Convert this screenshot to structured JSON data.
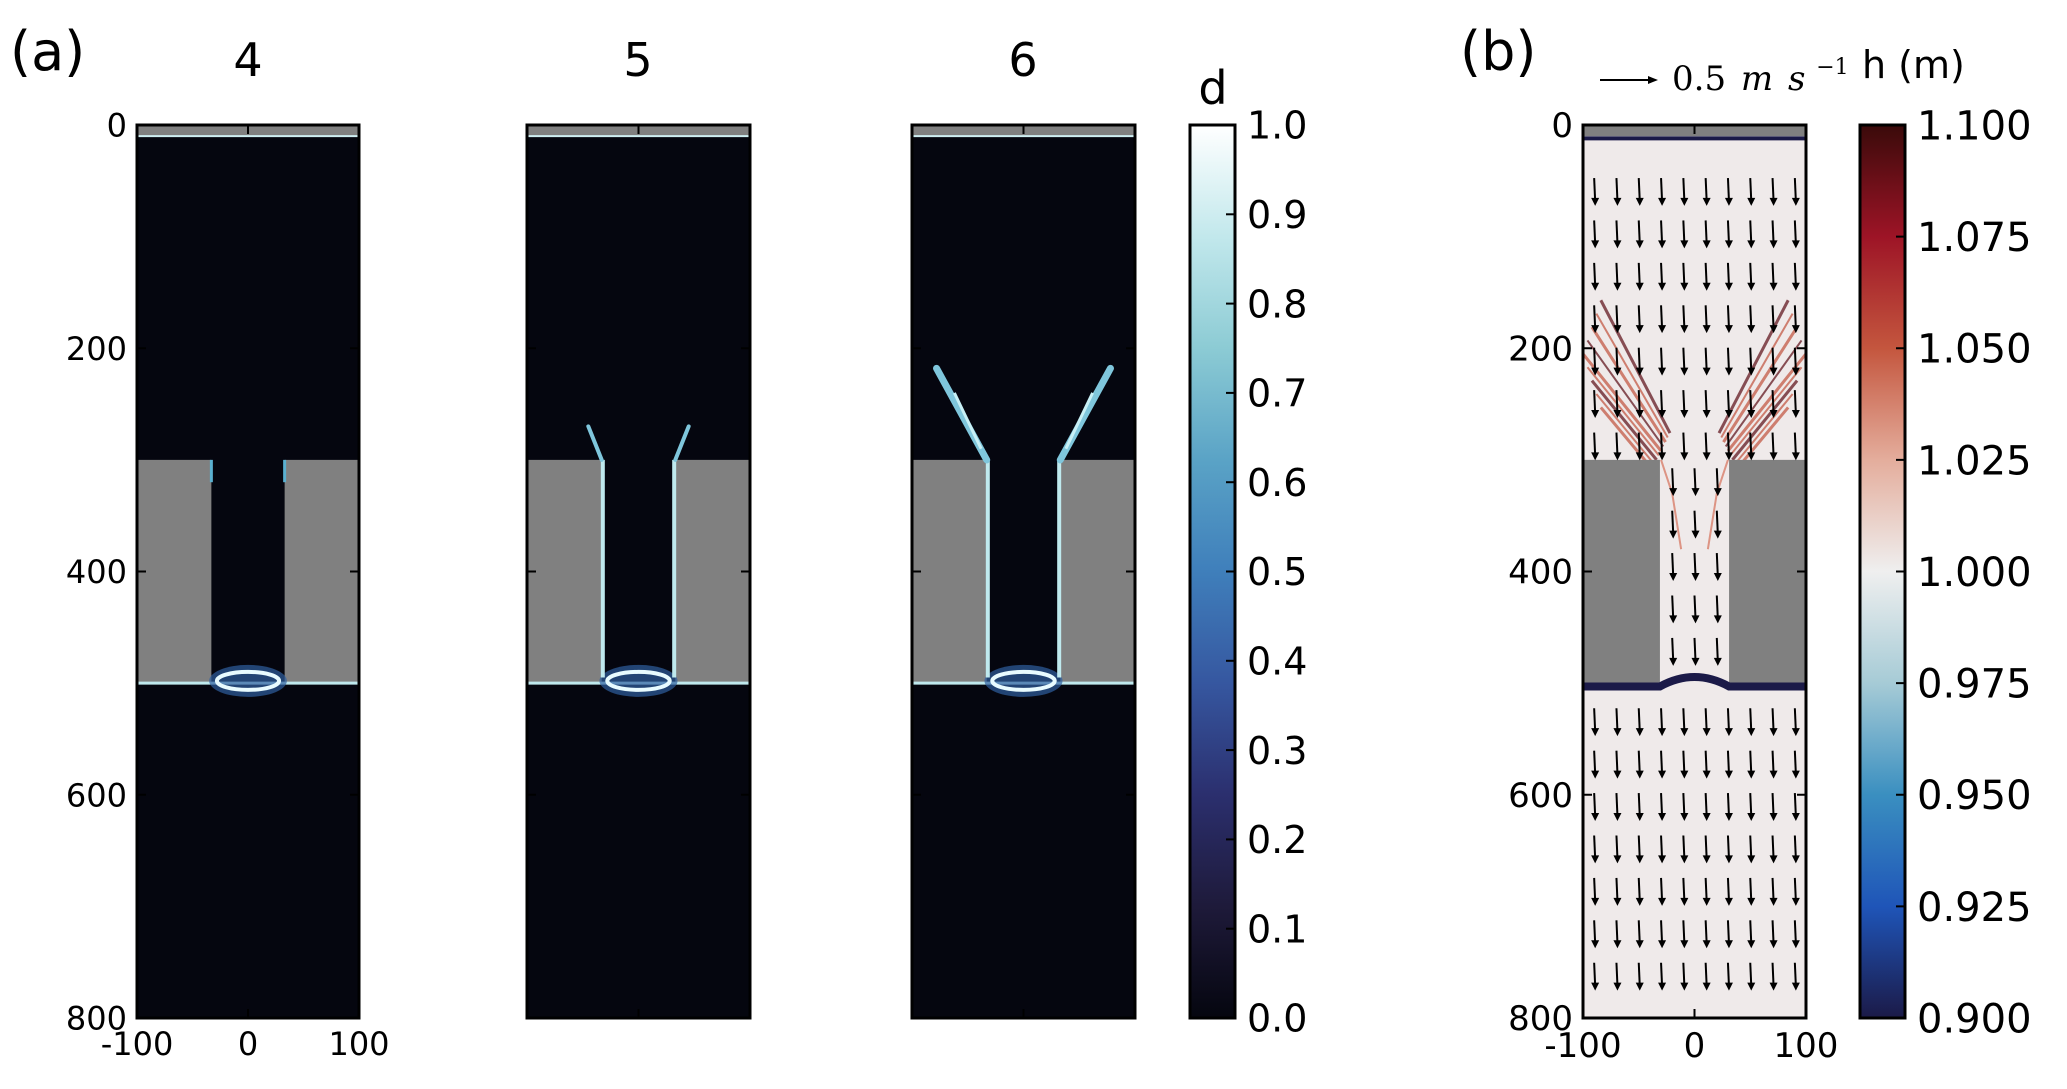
{
  "chart_data": {
    "type": "heatmap",
    "panels": [
      {
        "id": "a",
        "label": "(a)",
        "subplots": [
          {
            "title": "4",
            "field": "d"
          },
          {
            "title": "5",
            "field": "d"
          },
          {
            "title": "6",
            "field": "d"
          }
        ],
        "xlim": [
          -100,
          100
        ],
        "ylim": [
          800,
          0
        ],
        "xticks": [
          "-100",
          "0",
          "100"
        ],
        "yticks": [
          "0",
          "200",
          "400",
          "600",
          "800"
        ],
        "obstacle": {
          "y_range": [
            300,
            500
          ],
          "channel_x": [
            -33,
            33
          ]
        },
        "colorbar": {
          "label": "d",
          "range": [
            0.0,
            1.0
          ],
          "ticks": [
            "0.0",
            "0.1",
            "0.2",
            "0.3",
            "0.4",
            "0.5",
            "0.6",
            "0.7",
            "0.8",
            "0.9",
            "1.0"
          ],
          "colors": [
            "#05060f",
            "#1e1a3a",
            "#2b2f6e",
            "#3657a0",
            "#3f7fbb",
            "#5aa3c6",
            "#8ccbd4",
            "#c2e8ec",
            "#ffffff"
          ]
        }
      },
      {
        "id": "b",
        "label": "(b)",
        "field": "h",
        "xlim": [
          -100,
          100
        ],
        "ylim": [
          800,
          0
        ],
        "xticks": [
          "-100",
          "0",
          "100"
        ],
        "yticks": [
          "0",
          "200",
          "400",
          "600",
          "800"
        ],
        "obstacle": {
          "y_range": [
            300,
            500
          ],
          "channel_x": [
            -31,
            31
          ]
        },
        "quiver_key": {
          "value": "0.5",
          "unit_m": "m",
          "unit_s": "s",
          "exponent": "−1"
        },
        "quiver": {
          "direction": "down",
          "spacing": 20,
          "row_step": 38
        },
        "colorbar": {
          "label": "h (m)",
          "range": [
            0.9,
            1.1
          ],
          "ticks": [
            "0.900",
            "0.925",
            "0.950",
            "0.975",
            "1.000",
            "1.025",
            "1.050",
            "1.075",
            "1.100"
          ],
          "colors": [
            "#1b1a48",
            "#1f55b8",
            "#3a8fc0",
            "#a6cbd6",
            "#efefef",
            "#e4ad9c",
            "#c4563e",
            "#9d1426",
            "#3a0a0a"
          ]
        }
      }
    ]
  }
}
